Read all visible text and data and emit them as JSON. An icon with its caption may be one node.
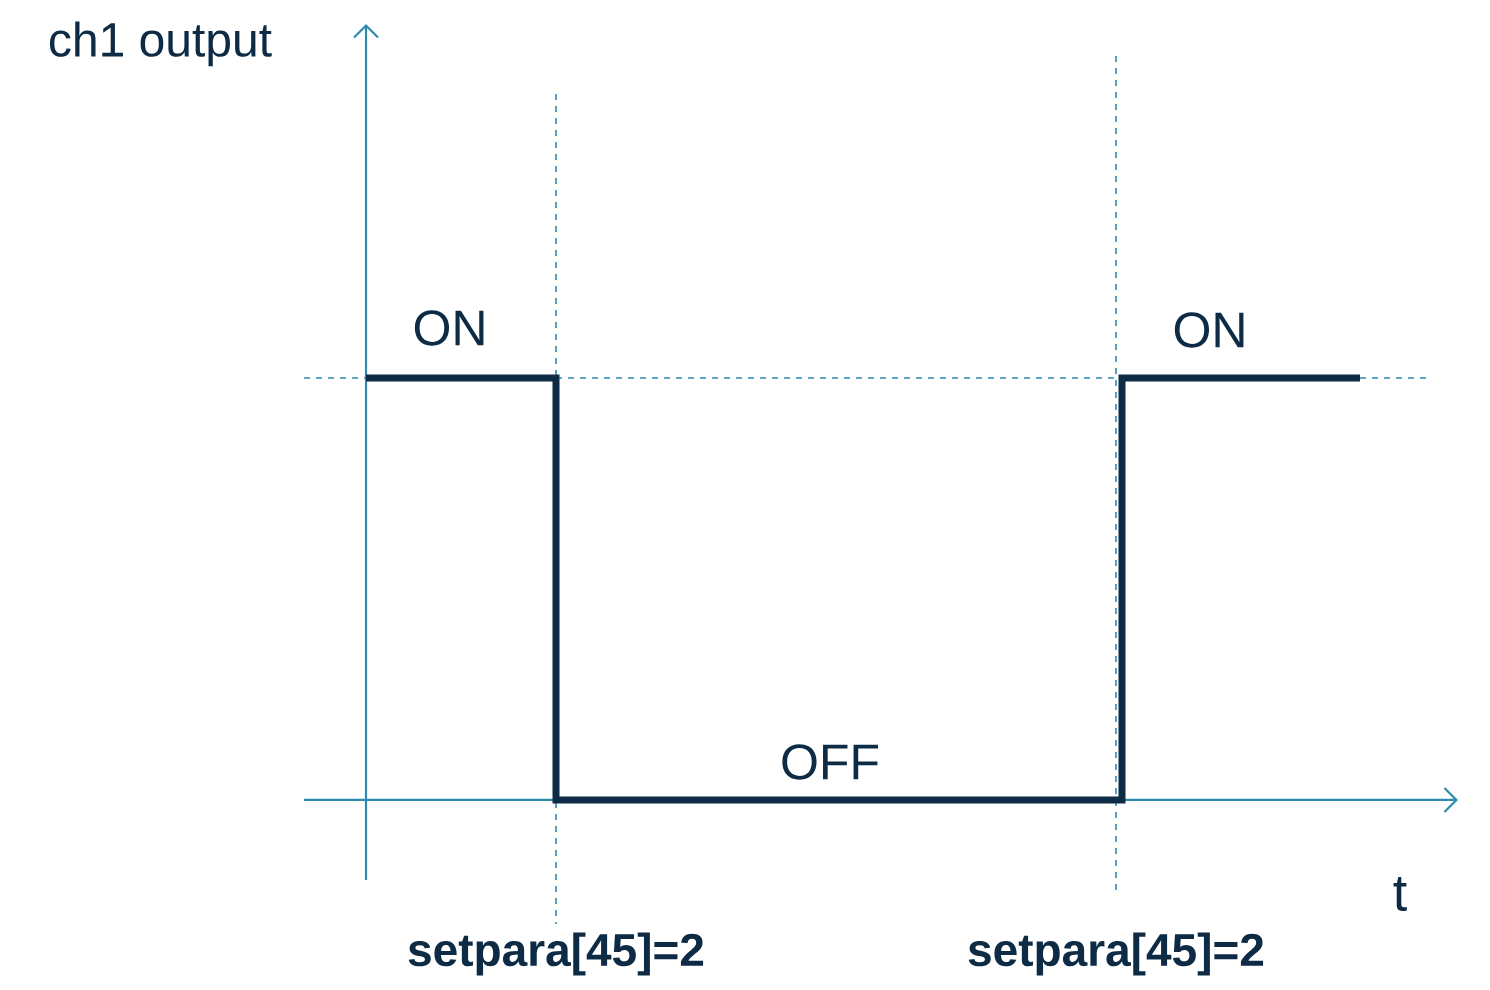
{
  "diagram": {
    "labels": [
      "ch1 output",
      "ON",
      "ON",
      "OFF",
      "t",
      "setpara[45]=2",
      "setpara[45]=2"
    ]
  }
}
